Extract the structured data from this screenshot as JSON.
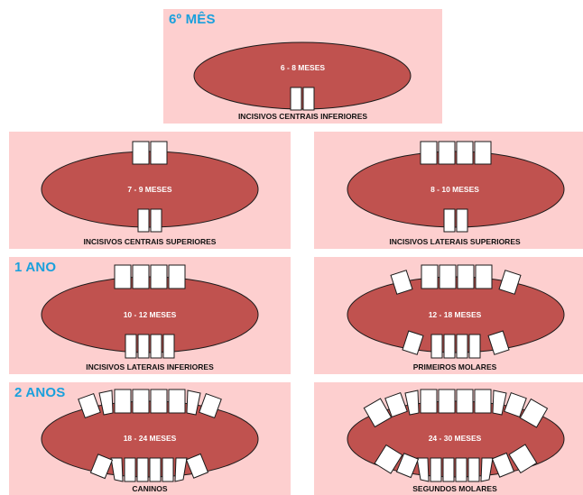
{
  "colors": {
    "panel_bg": "#fdcfcf",
    "gum": "#c0524f",
    "gum_stroke": "#1a1a1a",
    "tooth": "#ffffff",
    "stage_label": "#1aa0dc",
    "age_text": "#ffffff",
    "caption_text": "#111111"
  },
  "panels": [
    {
      "stage": "6º MÊS",
      "age": "6 - 8 MESES",
      "caption": "INCISIVOS CENTRAIS INFERIORES",
      "upper_teeth": 0,
      "lower_teeth": 2
    },
    {
      "stage": "",
      "age": "7 - 9 MESES",
      "caption": "INCISIVOS CENTRAIS SUPERIORES",
      "upper_teeth": 2,
      "lower_teeth": 2
    },
    {
      "stage": "",
      "age": "8 - 10 MESES",
      "caption": "INCISIVOS LATERAIS SUPERIORES",
      "upper_teeth": 4,
      "lower_teeth": 2
    },
    {
      "stage": "1 ANO",
      "age": "10 - 12 MESES",
      "caption": "INCISIVOS LATERAIS INFERIORES",
      "upper_teeth": 4,
      "lower_teeth": 4
    },
    {
      "stage": "",
      "age": "12 - 18 MESES",
      "caption": "PRIMEIROS MOLARES",
      "upper_teeth": 6,
      "lower_teeth": 6
    },
    {
      "stage": "2 ANOS",
      "age": "18 - 24 MESES",
      "caption": "CANINOS",
      "upper_teeth": 8,
      "lower_teeth": 8
    },
    {
      "stage": "",
      "age": "24 - 30 MESES",
      "caption": "SEGUNDOS MOLARES",
      "upper_teeth": 10,
      "lower_teeth": 10
    }
  ]
}
